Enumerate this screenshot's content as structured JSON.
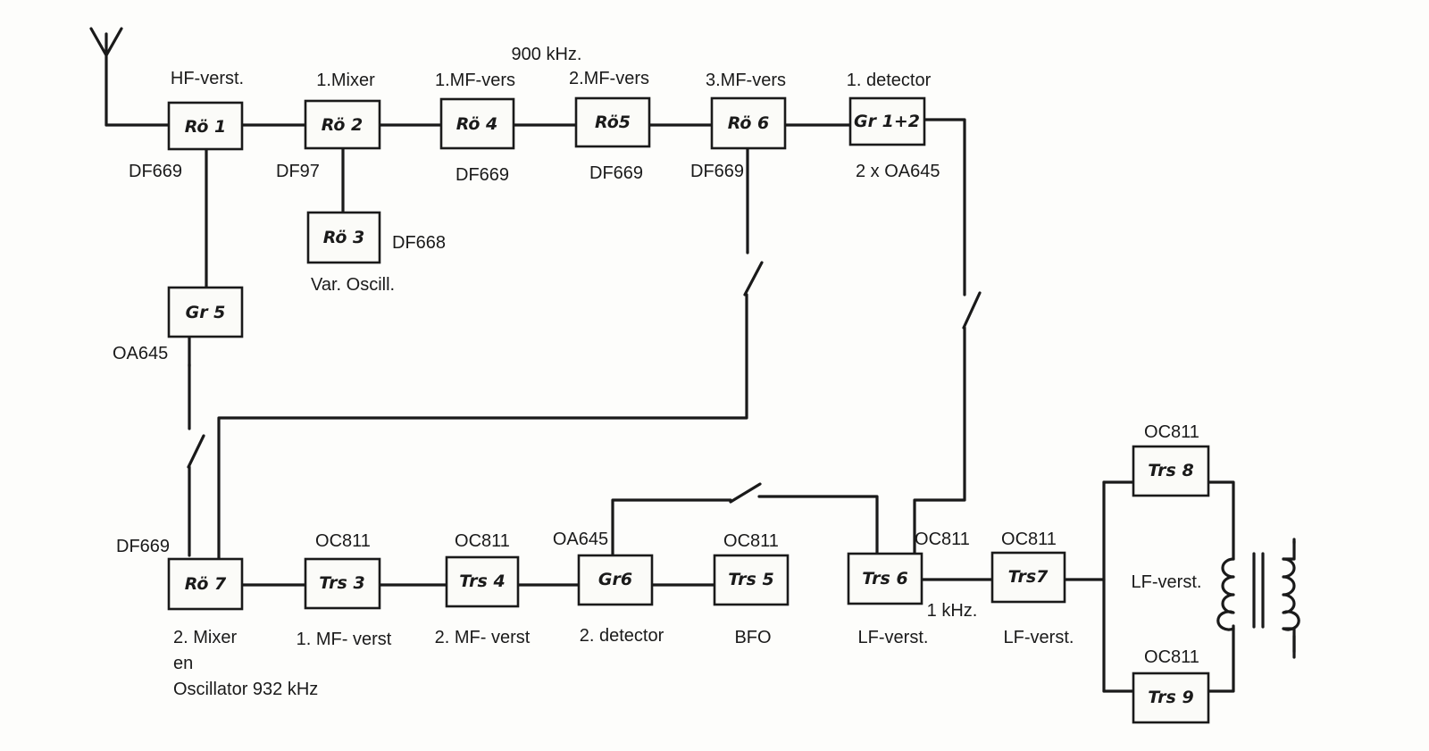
{
  "blocks": {
    "ro1": "Rö 1",
    "ro2": "Rö 2",
    "ro3": "Rö 3",
    "ro4": "Rö 4",
    "ro5": "Rö5",
    "ro6": "Rö 6",
    "gr12": "Gr 1+2",
    "gr5": "Gr 5",
    "ro7": "Rö 7",
    "trs3": "Trs 3",
    "trs4": "Trs 4",
    "gr6": "Gr6",
    "trs5": "Trs 5",
    "trs6": "Trs 6",
    "trs7": "Trs7",
    "trs8": "Trs 8",
    "trs9": "Trs 9"
  },
  "labels": {
    "freq_900": "900 kHz.",
    "hf_verst": "HF-verst.",
    "mixer1": "1.Mixer",
    "mf1": "1.MF-vers",
    "mf2": "2.MF-vers",
    "mf3": "3.MF-vers",
    "det1": "1. detector",
    "tube_ro1": "DF669",
    "tube_ro2": "DF97",
    "tube_ro4": "DF669",
    "tube_ro5": "DF669",
    "tube_ro6": "DF669",
    "diode_gr12": "2 x OA645",
    "tube_ro3": "DF668",
    "var_osc": "Var. Oscill.",
    "diode_gr5": "OA645",
    "tube_ro7": "DF669",
    "tr_trs3": "OC811",
    "tr_trs4": "OC811",
    "diode_gr6": "OA645",
    "tr_trs5": "OC811",
    "tr_trs6": "OC811",
    "tr_trs7": "OC811",
    "tr_trs8": "OC811",
    "tr_trs9": "OC811",
    "mixer2_l1": "2. Mixer",
    "mixer2_l2": "en",
    "mixer2_l3": "Oscillator 932 kHz",
    "mf1_verst": "1. MF- verst",
    "mf2_verst": "2. MF- verst",
    "det2": "2. detector",
    "bfo": "BFO",
    "lf_trs6": "LF-verst.",
    "freq_1k": "1 kHz.",
    "lf_trs7": "LF-verst.",
    "lf_push": "LF-verst."
  },
  "icons": [
    "antenna-icon",
    "switch-icon",
    "transformer-icon",
    "ground-icon"
  ],
  "colors": {
    "ink": "#1a1a1a",
    "paper": "#fdfdfb"
  }
}
